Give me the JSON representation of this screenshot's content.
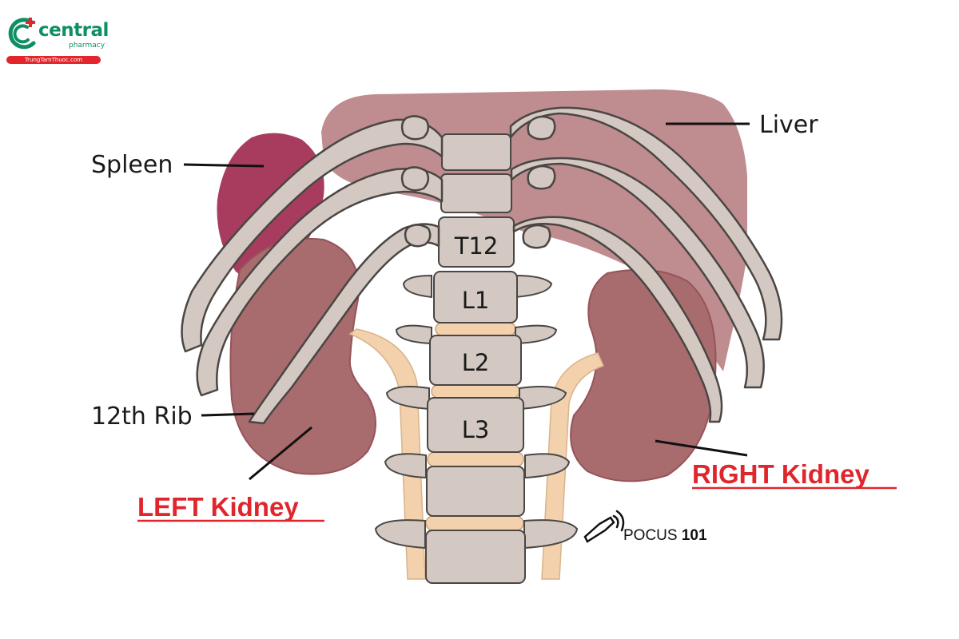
{
  "logo": {
    "word": "central",
    "sub": "pharmacy",
    "bar": "TrungTamThuoc.com",
    "colors": {
      "brand": "#0e8f63",
      "accent": "#e2262c"
    }
  },
  "labels": {
    "liver": "Liver",
    "spleen": "Spleen",
    "rib12": "12th Rib",
    "left_kidney": "LEFT Kidney",
    "right_kidney": "RIGHT Kidney"
  },
  "vertebrae": [
    "T12",
    "L1",
    "L2",
    "L3"
  ],
  "credit": {
    "text": "POCUS ",
    "bold": "101",
    "icon": "ultrasound-probe-icon"
  },
  "colors": {
    "liver": "#bf8c8f",
    "spleen": "#a73c5f",
    "kidney": "#a86b6e",
    "bone": "#d3c9c2",
    "ureter": "#f2d1ac",
    "kidney_label": "#e0262d"
  }
}
